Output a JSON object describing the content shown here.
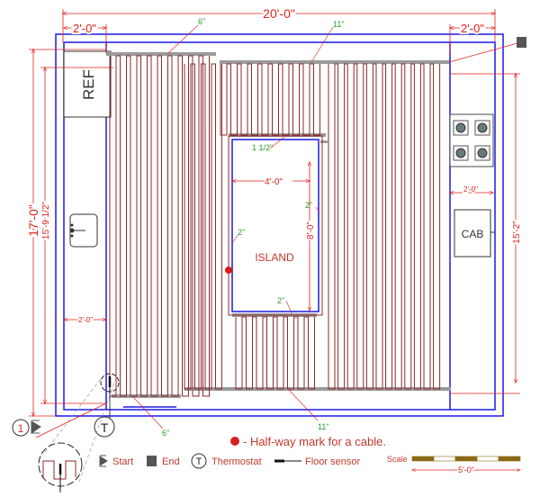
{
  "dimensions": {
    "overall_width": "20'-0\"",
    "left_offset": "2'-0\"",
    "right_offset": "2'-0\"",
    "overall_height": "17'-0\"",
    "heated_height_left": "15'-9 1/2\"",
    "heated_height_right": "15'-2\"",
    "island_width": "4'-0\"",
    "island_length": "8'-0\"",
    "cooktop_clearance": "2'-0\"",
    "sink_clearance": "2'-0\""
  },
  "spacing_labels": {
    "top_left": "6\"",
    "top_right": "11\"",
    "island_top": "1 1/2\"",
    "island_right": "2\"",
    "island_left": "2\"",
    "island_bottom": "2\"",
    "bottom_left": "6\"",
    "bottom_right": "11\""
  },
  "fixtures": {
    "refrigerator": "REF",
    "island": "ISLAND",
    "cabinet": "CAB"
  },
  "markers": {
    "circuit_number": "1"
  },
  "notes": {
    "halfway": "- Half-way mark for a cable."
  },
  "legend": {
    "start": "Start",
    "end": "End",
    "thermostat_symbol": "T",
    "thermostat": "Thermostat",
    "floor_sensor": "Floor sensor"
  },
  "scale": {
    "label": "Scale",
    "length": "5'-0\""
  },
  "colors": {
    "walls": "#1a1ae6",
    "cable": "#8b2a2a",
    "dimension": "#e0201c",
    "spacing": "#2a9a2a",
    "mat_strip": "#9a9a9a",
    "halfway_dot": "#e01818"
  }
}
